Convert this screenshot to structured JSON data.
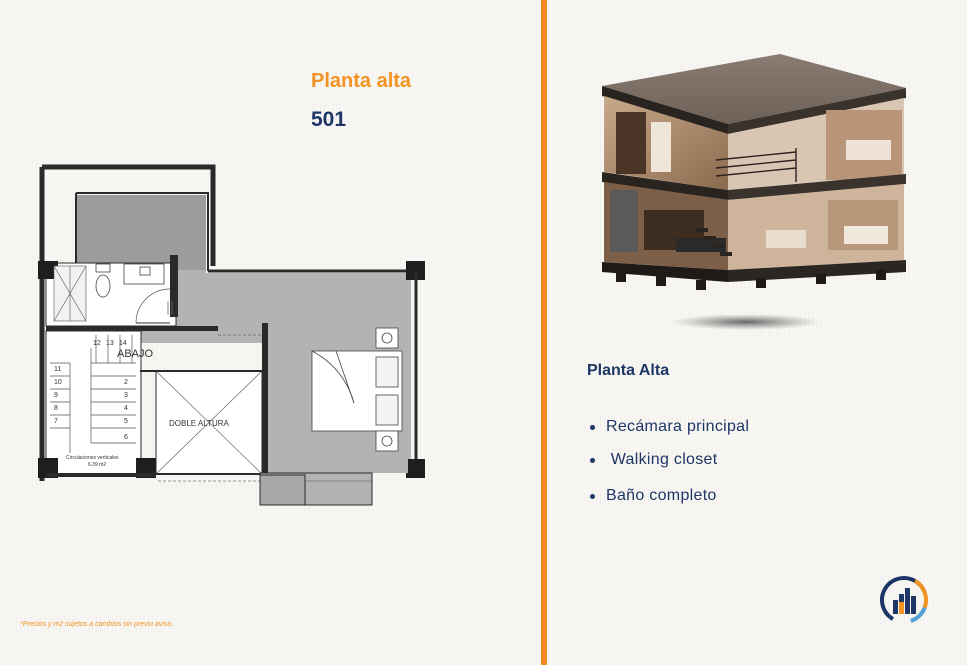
{
  "header": {
    "title": "Planta alta",
    "unit": "501"
  },
  "floorplan": {
    "abajo_label": "ABAJO",
    "doble_altura_label": "DOBLE ALTURA",
    "circulation_label": "Circulaciones verticales",
    "circulation_area": "6.39 m2",
    "steps_left": [
      "11",
      "10",
      "9",
      "8",
      "7"
    ],
    "steps_right": [
      "2",
      "3",
      "4",
      "5",
      "6"
    ],
    "steps_top": [
      "12",
      "13",
      "14"
    ]
  },
  "details": {
    "section_title": "Planta Alta",
    "features": [
      "Recámara principal",
      " Walking closet",
      "Baño completo"
    ]
  },
  "footer": {
    "note": "*Precios y m2 sujetos a cambios sin previo aviso."
  },
  "colors": {
    "accent": "#f18a22",
    "brand_blue": "#1d3666",
    "title_orange": "#f39324"
  }
}
